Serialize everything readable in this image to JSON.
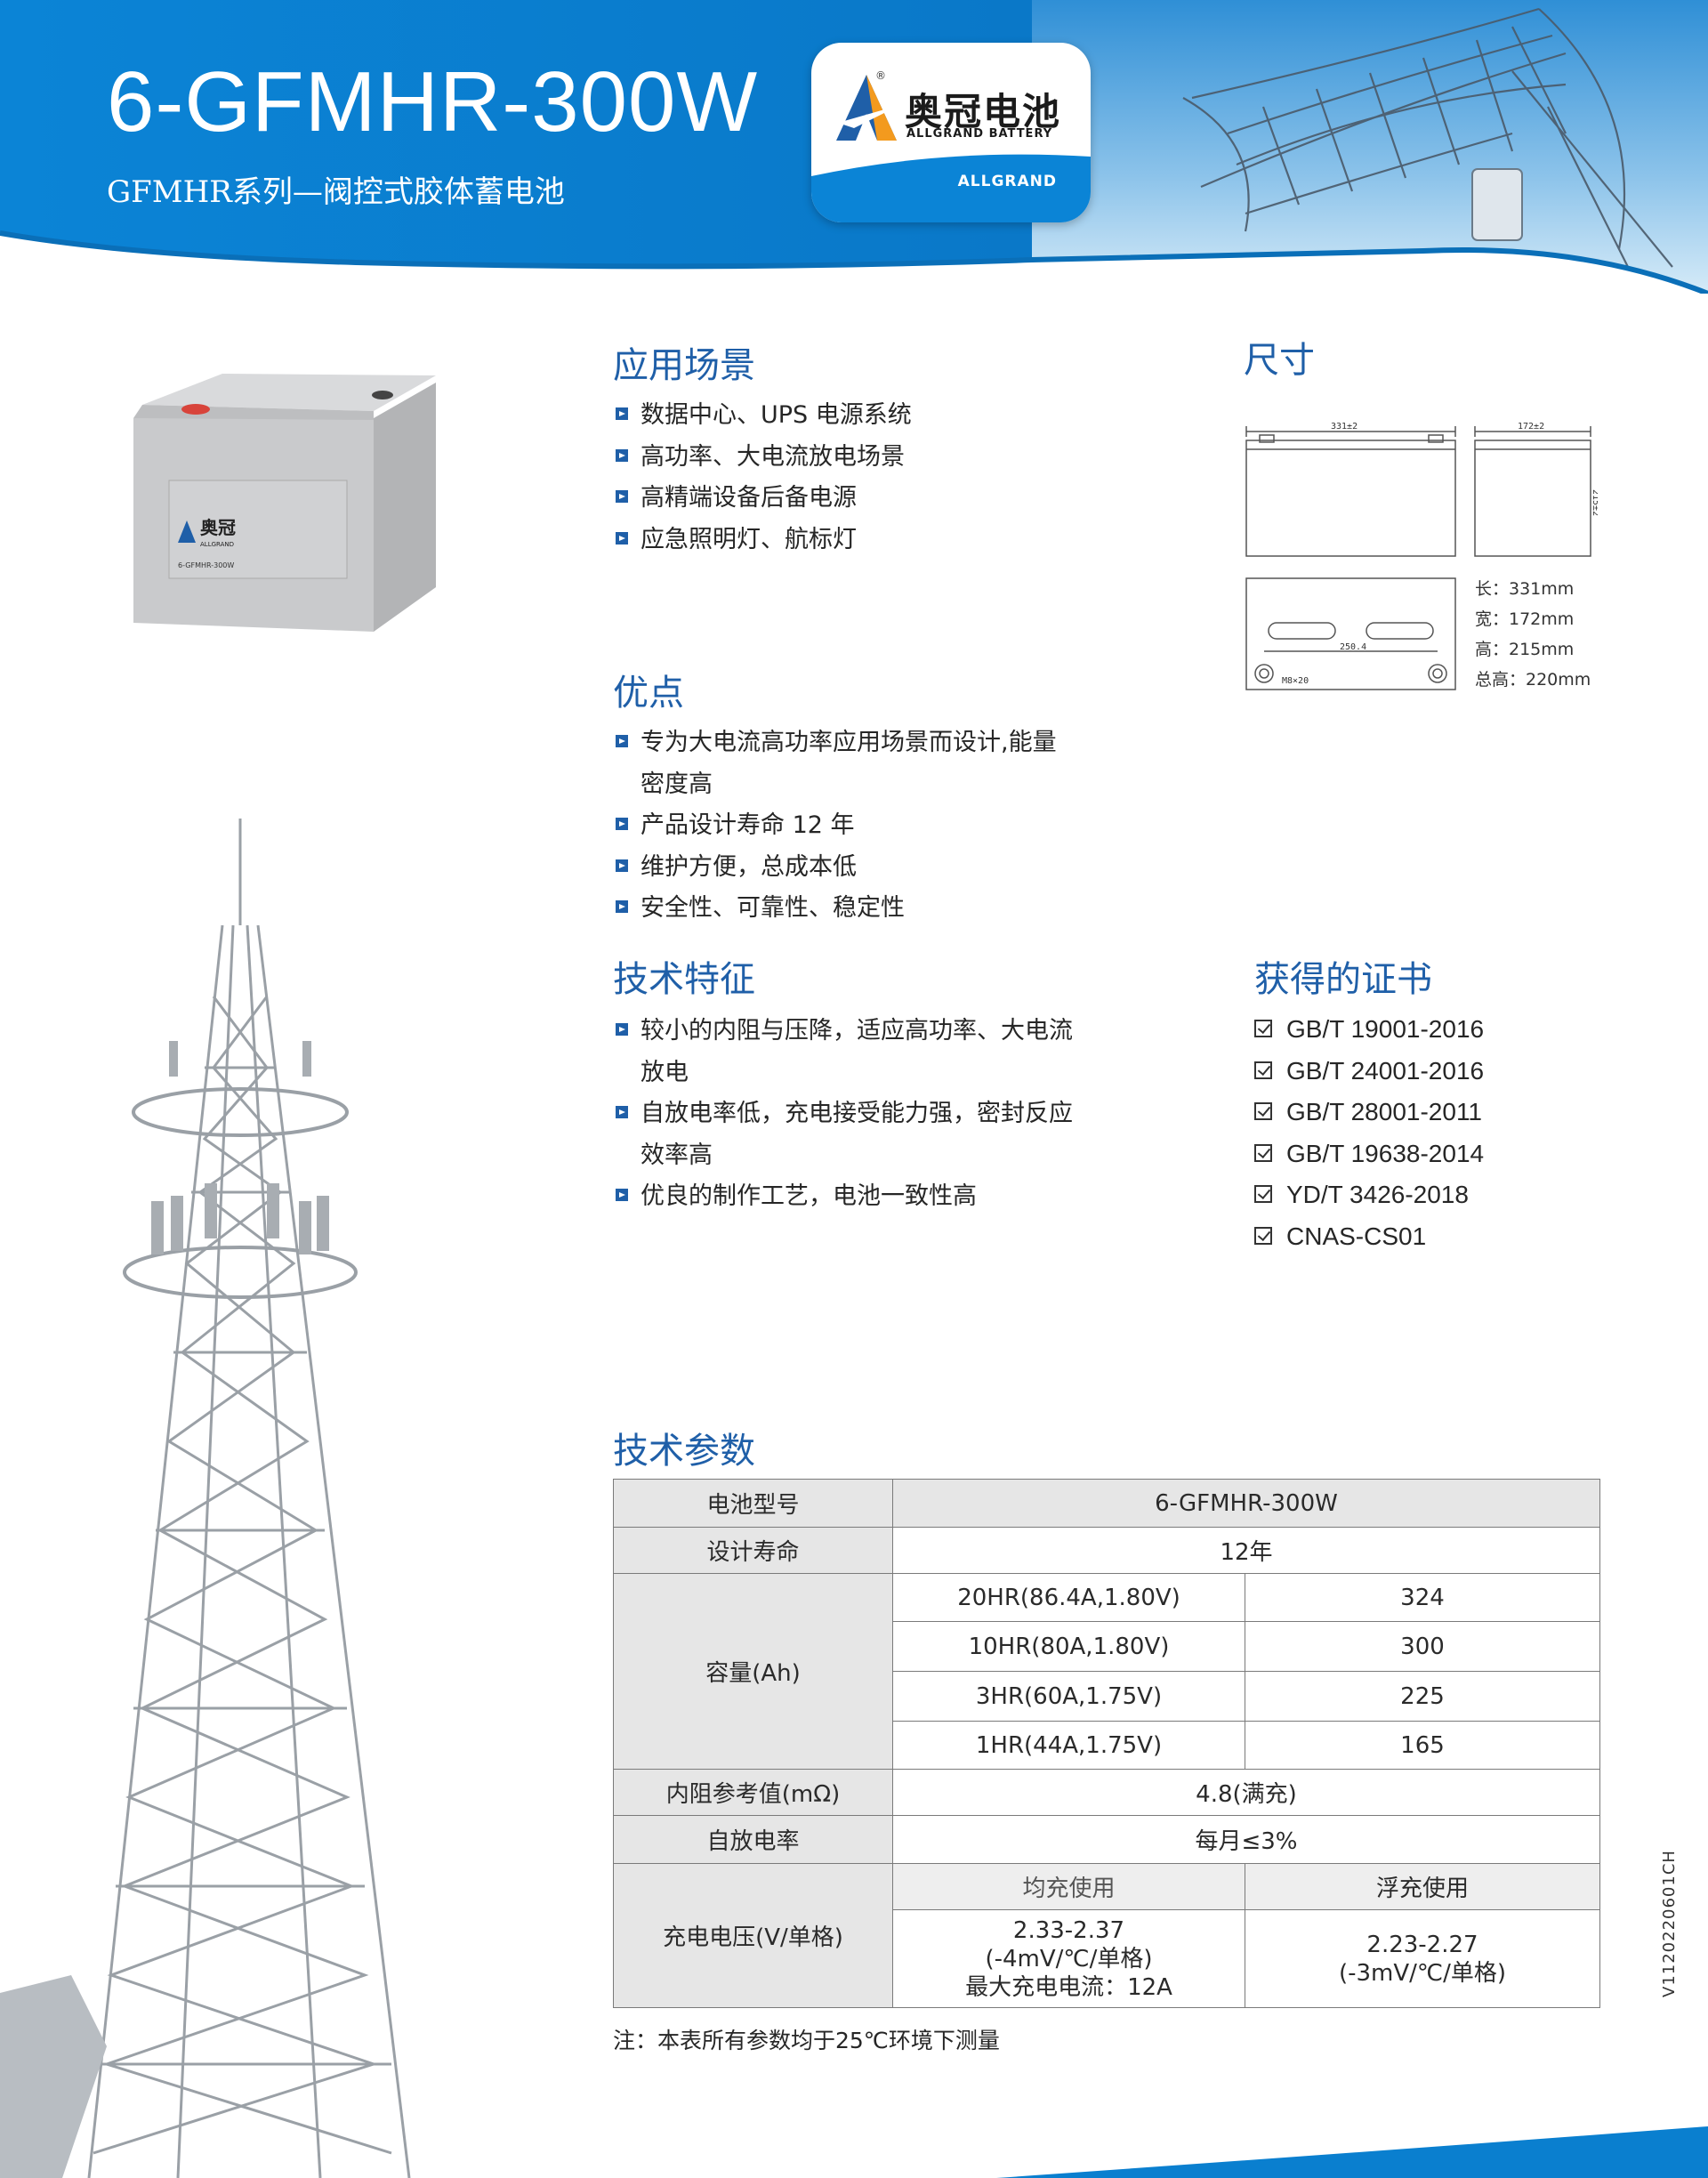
{
  "header": {
    "model": "6-GFMHR-300W",
    "series": "GFMHR系列—阀控式胶体蓄电池",
    "logo_cn": "奥冠电池",
    "logo_en": "ALLGRAND BATTERY",
    "logo_band": "ALLGRAND",
    "logo_mark": "®"
  },
  "battery_label": {
    "brand": "奥冠",
    "en": "ALLGRAND",
    "model": "6-GFMHR-300W"
  },
  "application": {
    "title": "应用场景",
    "items": [
      "数据中心、UPS 电源系统",
      "高功率、大电流放电场景",
      "高精端设备后备电源",
      "应急照明灯、航标灯"
    ]
  },
  "advantages": {
    "title": "优点",
    "items": [
      "专为大电流高功率应用场景而设计,能量密度高",
      "产品设计寿命 12 年",
      "维护方便，总成本低",
      "安全性、可靠性、稳定性"
    ]
  },
  "tech_features": {
    "title": "技术特征",
    "items": [
      "较小的内阻与压降，适应高功率、大电流放电",
      "自放电率低，充电接受能力强，密封反应效率高",
      "优良的制作工艺，电池一致性高"
    ]
  },
  "dimensions": {
    "title": "尺寸",
    "drawing_labels": {
      "length": "331±2",
      "width": "172±2",
      "height": "215±2",
      "terminal_spacing": "250.4",
      "bolt": "M8×20"
    },
    "values": [
      "长：331mm",
      "宽：172mm",
      "高：215mm",
      "总高：220mm"
    ]
  },
  "certificates": {
    "title": "获得的证书",
    "items": [
      "GB/T 19001-2016",
      "GB/T 24001-2016",
      "GB/T 28001-2011",
      "GB/T 19638-2014",
      "YD/T 3426-2018",
      "CNAS-CS01"
    ]
  },
  "specs": {
    "title": "技术参数",
    "model_label": "电池型号",
    "model_value": "6-GFMHR-300W",
    "life_label": "设计寿命",
    "life_value": "12年",
    "capacity_label": "容量(Ah)",
    "capacity_rows": [
      {
        "rate": "20HR(86.4A,1.80V)",
        "value": "324"
      },
      {
        "rate": "10HR(80A,1.80V)",
        "value": "300"
      },
      {
        "rate": "3HR(60A,1.75V)",
        "value": "225"
      },
      {
        "rate": "1HR(44A,1.75V)",
        "value": "165"
      }
    ],
    "resistance_label": "内阻参考值(mΩ)",
    "resistance_value": "4.8(满充)",
    "self_discharge_label": "自放电率",
    "self_discharge_value": "每月≤3%",
    "charge_label": "充电电压(V/单格)",
    "equalize_header": "均充使用",
    "float_header": "浮充使用",
    "equalize_line1": "2.33-2.37",
    "equalize_line2": "(-4mV/℃/单格)",
    "equalize_line3": "最大充电电流：12A",
    "float_line1": "2.23-2.27",
    "float_line2": "(-3mV/℃/单格)"
  },
  "footnote": "注：本表所有参数均于25℃环境下测量",
  "version": "V1120220601CH",
  "colors": {
    "primary_blue": "#0a7fcf",
    "heading_blue": "#1f5fa8",
    "table_label_bg": "#e6e6e6"
  }
}
